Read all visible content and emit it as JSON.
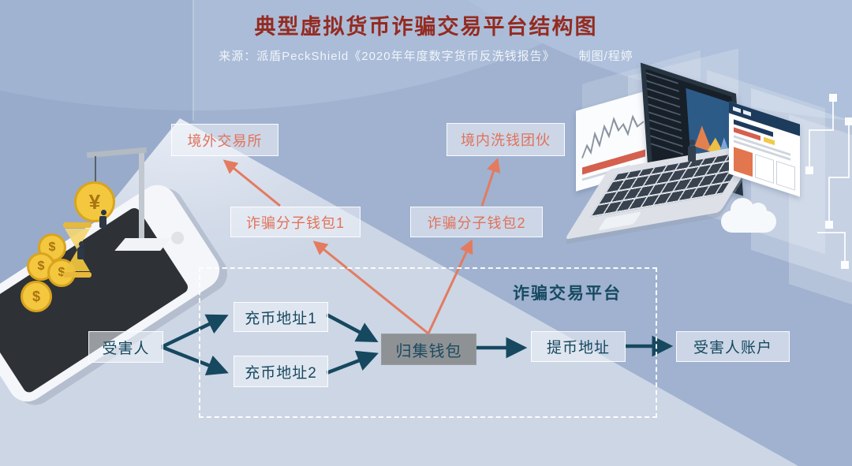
{
  "header": {
    "title": "典型虚拟货币诈骗交易平台结构图",
    "source": "来源：派盾PeckShield《2020年年度数字货币反洗钱报告》",
    "credit": "制图/程婷"
  },
  "diagram": {
    "platform_label": "诈骗交易平台",
    "nodes": {
      "offshore_exchange": "境外交易所",
      "domestic_laundering_gang": "境内洗钱团伙",
      "fraud_wallet_1": "诈骗分子钱包1",
      "fraud_wallet_2": "诈骗分子钱包2",
      "victim": "受害人",
      "deposit_address_1": "充币地址1",
      "deposit_address_2": "充币地址2",
      "collection_wallet": "归集钱包",
      "withdrawal_address": "提币地址",
      "victim_account": "受害人账户"
    },
    "flows": [
      "受害人 → 充币地址1",
      "受害人 → 充币地址2",
      "充币地址1 → 归集钱包",
      "充币地址2 → 归集钱包",
      "归集钱包 → 提币地址",
      "提币地址 → 受害人账户",
      "归集钱包 → 诈骗分子钱包1",
      "归集钱包 → 诈骗分子钱包2",
      "诈骗分子钱包1 → 境外交易所",
      "诈骗分子钱包2 → 境内洗钱团伙"
    ],
    "colors": {
      "accent_orange": "#e0725a",
      "accent_teal": "#17495f",
      "title_red": "#942b21",
      "background_blue": "#a0b2d0",
      "floor_blue": "#ccd6e5",
      "collection_box_gray": "#8f9294"
    }
  },
  "illustrations": {
    "large_coin_symbol": "¥",
    "small_coin_symbol": "$"
  }
}
